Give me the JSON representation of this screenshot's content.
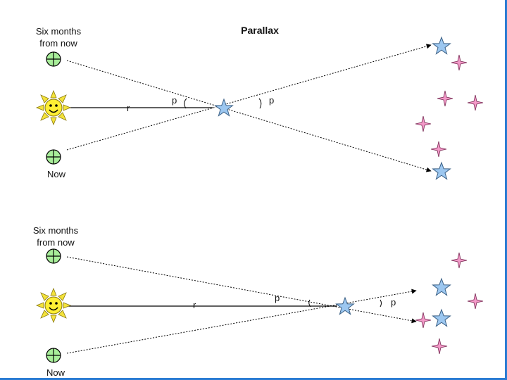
{
  "title": "Parallax",
  "top_diagram": {
    "earth_future_label": [
      "Six months",
      "from now"
    ],
    "earth_now_label": "Now",
    "distance_label": "r",
    "angle_left_label": "p",
    "angle_right_label": "p"
  },
  "bottom_diagram": {
    "earth_future_label": [
      "Six months",
      "from now"
    ],
    "earth_now_label": "Now",
    "distance_label": "r",
    "angle_left_label": "p",
    "angle_right_label": "p"
  },
  "icons": {
    "sun": "sun-icon",
    "earth": "earth-icon",
    "near_star": "star-icon",
    "background_star": "sparkle-star-icon"
  },
  "colors": {
    "sun_fill": "#ffef33",
    "sun_ray": "#f3e23a",
    "earth_fill": "#a8ee9a",
    "blue_star": "#9cc7f0",
    "pink_star": "#f39ac8",
    "line": "#000000"
  }
}
